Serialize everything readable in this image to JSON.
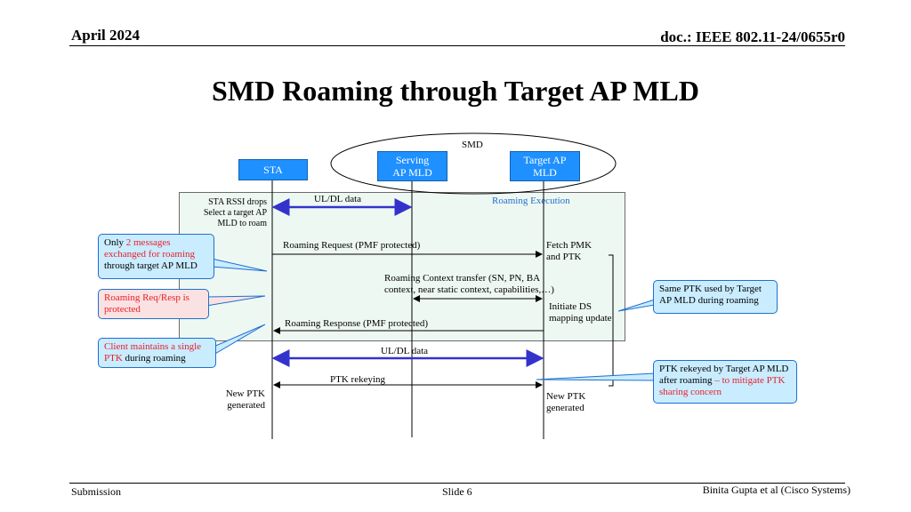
{
  "header": {
    "date": "April 2024",
    "doc": "doc.: IEEE 802.11-24/0655r0"
  },
  "title": "SMD Roaming through Target AP MLD",
  "diagram": {
    "smd_label": "SMD",
    "entities": {
      "sta": "STA",
      "serving_line1": "Serving",
      "serving_line2": "AP MLD",
      "target_line1": "Target AP",
      "target_line2": "MLD"
    },
    "region_label": "Roaming Execution",
    "sta_note": [
      "STA RSSI drops",
      "Select a target AP",
      "MLD to roam"
    ],
    "messages": {
      "uldl_1": "UL/DL data",
      "roam_req": "Roaming Request (PMF protected)",
      "fetch_pmk": [
        "Fetch PMK",
        "and PTK"
      ],
      "ctx_transfer": [
        "Roaming Context transfer (SN, PN, BA",
        "context, near static context, capabilities,…)"
      ],
      "initiate_ds": [
        "Initiate DS",
        "mapping update"
      ],
      "roam_resp": "Roaming Response (PMF protected)",
      "uldl_2": "UL/DL data",
      "ptk_rekeying": "PTK rekeying",
      "new_ptk_sta": [
        "New PTK",
        "generated"
      ],
      "new_ptk_target": [
        "New PTK",
        "generated"
      ]
    },
    "callouts": {
      "c1": {
        "part1": "Only ",
        "red": "2 messages exchanged for roaming",
        "part2": " through target AP MLD"
      },
      "c2": {
        "red": "Roaming Req/Resp is protected"
      },
      "c3": {
        "red1": "Client maintains a single",
        "black": "PTK",
        "part2": " during roaming"
      },
      "c4": {
        "text": "Same PTK used by Target AP MLD during roaming"
      },
      "c5": {
        "part1": "PTK rekeyed by Target AP MLD after roaming",
        "red": " – to mitigate PTK sharing concern"
      }
    },
    "colors": {
      "entity_fill": "#1e90ff",
      "region_fill": "#eef8f2",
      "callout_fill": "#c9ecff",
      "callout_pink": "#fbe2e2",
      "uldl_arrow": "#3333cc",
      "accent_red": "#e8202a"
    }
  },
  "footer": {
    "left": "Submission",
    "center": "Slide 6",
    "right": "Binita Gupta et al (Cisco Systems)"
  }
}
